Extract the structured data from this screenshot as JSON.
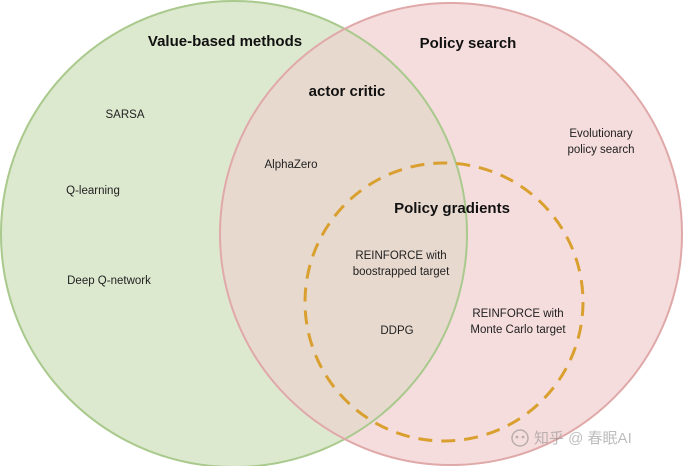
{
  "diagram": {
    "sets": {
      "value_based": {
        "label": "Value-based methods",
        "fill": "#dde9cf",
        "stroke": "#a9c98d"
      },
      "policy_search": {
        "label": "Policy search",
        "fill": "#f6dddd",
        "stroke": "#e0a9a9"
      },
      "actor_critic": {
        "label": "actor critic"
      },
      "policy_gradients": {
        "label": "Policy gradients",
        "stroke": "#d9a030"
      }
    },
    "items": {
      "sarsa": "SARSA",
      "q_learning": "Q-learning",
      "dqn": "Deep Q-network",
      "alphazero": "AlphaZero",
      "evolutionary_line1": "Evolutionary",
      "evolutionary_line2": "policy search",
      "reinforce_boot_line1": "REINFORCE with",
      "reinforce_boot_line2": "boostrapped target",
      "ddpg": "DDPG",
      "reinforce_mc_line1": "REINFORCE with",
      "reinforce_mc_line2": "Monte Carlo target"
    },
    "overlap_color": "#e8d9cf",
    "watermark": "知乎 @ 春眠AI"
  }
}
